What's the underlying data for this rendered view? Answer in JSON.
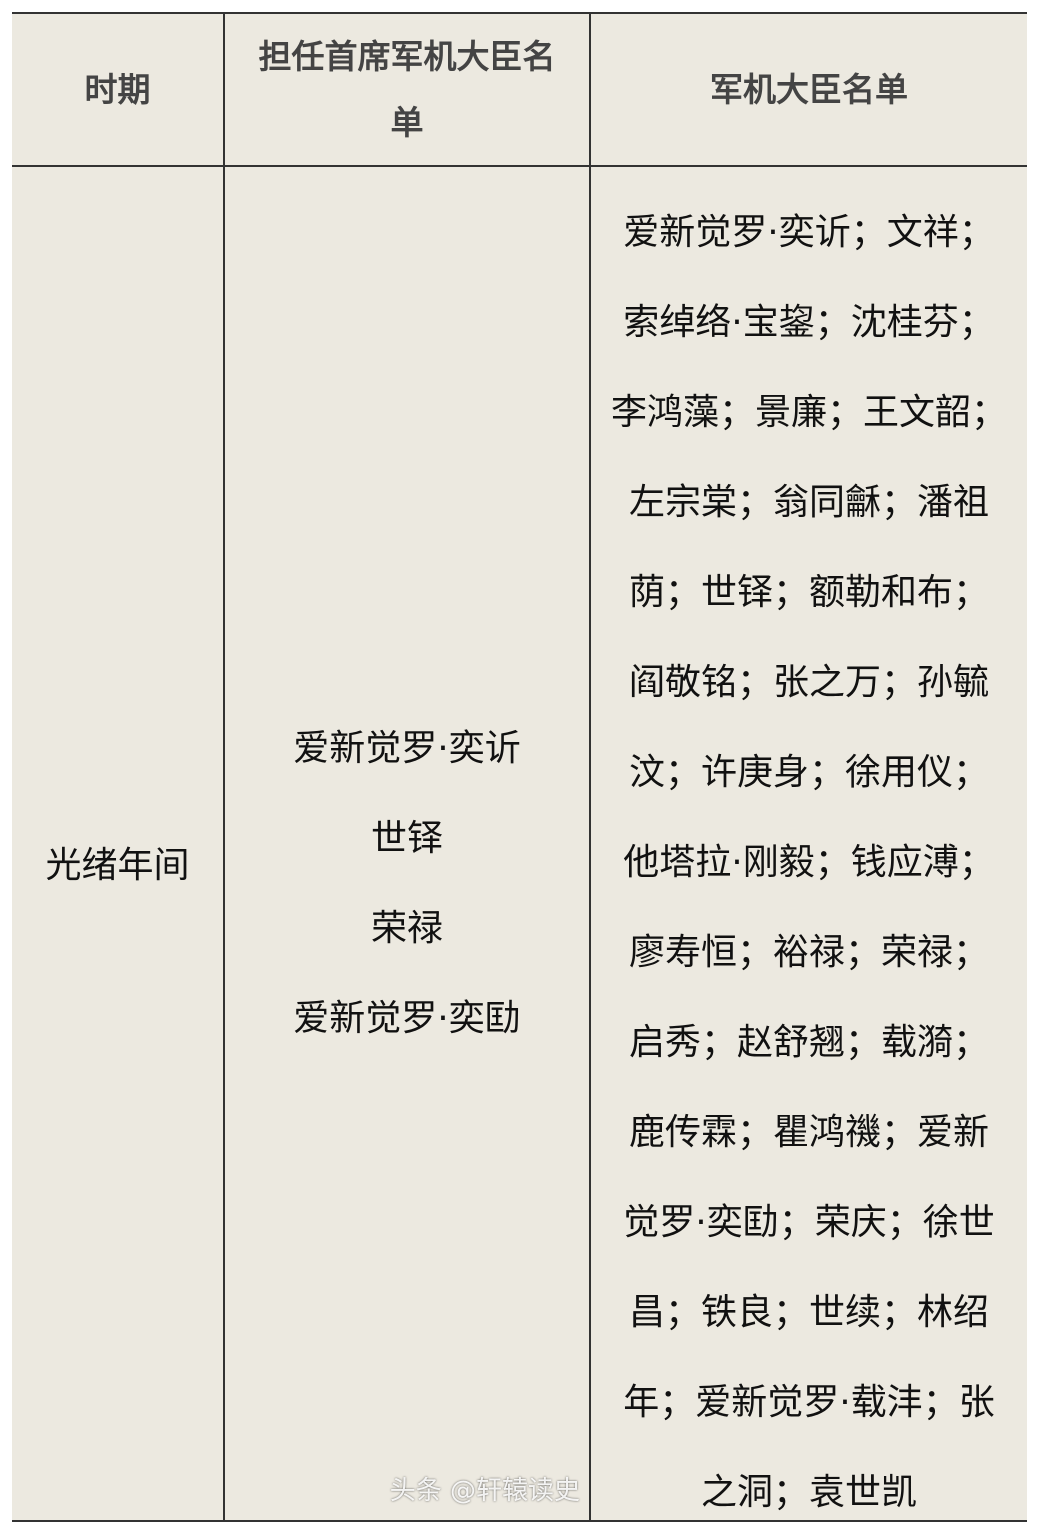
{
  "headers": {
    "period": "时期",
    "chief_ministers": "担任首席军机大臣名单",
    "ministers": "军机大臣名单"
  },
  "row": {
    "period": "光绪年间",
    "chief_ministers": [
      "爱新觉罗·奕䜣",
      "世铎",
      "荣禄",
      "爱新觉罗·奕劻"
    ],
    "minister_lines": [
      "爱新觉罗·奕䜣；文祥；",
      "索绰络·宝鋆；沈桂芬；",
      "李鸿藻；景廉；王文韶；",
      "左宗棠；翁同龢；潘祖",
      "荫；世铎；额勒和布；",
      "阎敬铭；张之万；孙毓",
      "汶；许庚身；徐用仪；",
      "他塔拉·刚毅；钱应溥；",
      "廖寿恒；裕禄；荣禄；",
      "启秀；赵舒翘；载漪；",
      "鹿传霖；瞿鸿禨；爱新",
      "觉罗·奕劻；荣庆；徐世",
      "昌；铁良；世续；林绍",
      "年；爱新觉罗·载沣；张",
      "之洞；袁世凯"
    ]
  },
  "watermark": "头条 @轩辕读史"
}
